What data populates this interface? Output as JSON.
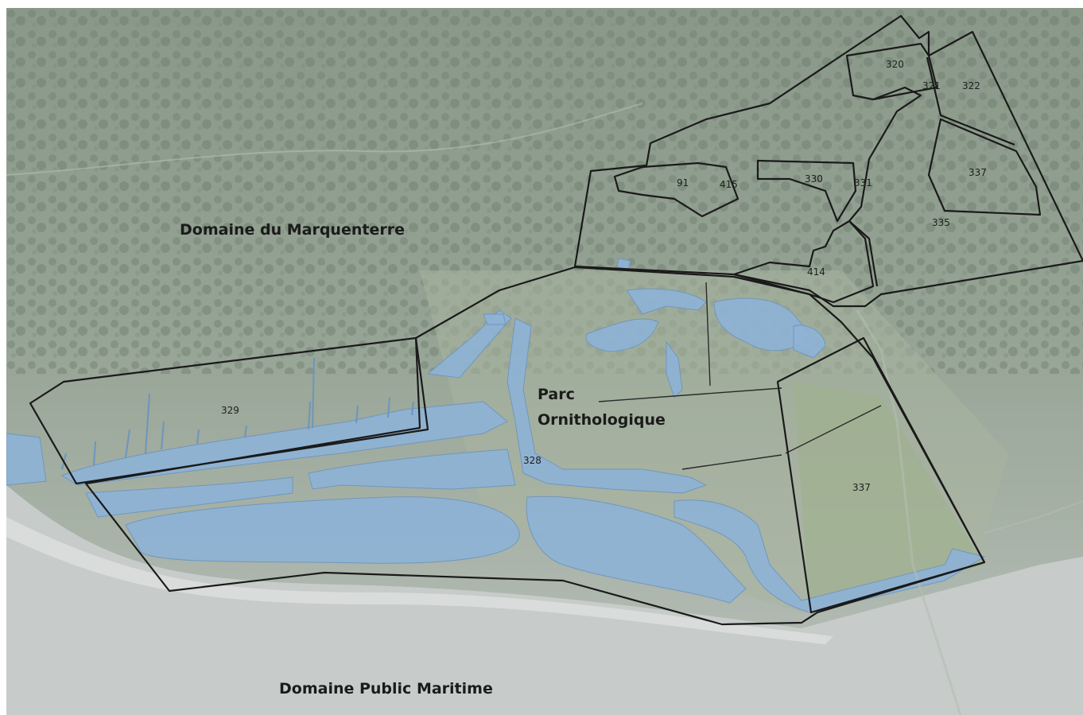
{
  "map": {
    "labels": {
      "domaine_marquenterre": "Domaine du Marquenterre",
      "parc_line1": "Parc",
      "parc_line2": "Ornithologique",
      "domaine_public_maritime": "Domaine Public Maritime"
    },
    "parcels": [
      "320",
      "321",
      "322",
      "91",
      "415",
      "330",
      "331",
      "337",
      "335",
      "414",
      "329",
      "328",
      "337"
    ]
  }
}
